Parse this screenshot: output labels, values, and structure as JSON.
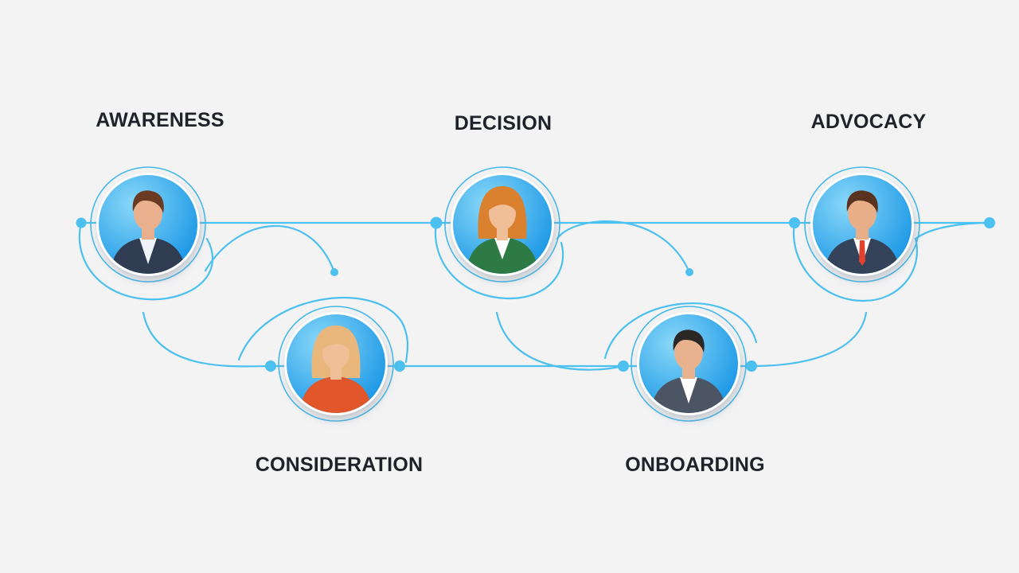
{
  "diagram": {
    "colors": {
      "background": "#f3f3f4",
      "connector": "#4cc0ee",
      "node_fill_light": "#7fd3f7",
      "node_fill_dark": "#1c98e6",
      "ring": "#45b9ea",
      "label": "#1f2228"
    },
    "stages": [
      {
        "label": "AWARENESS",
        "avatar": {
          "type": "man",
          "hair": "#6b3a22",
          "skin": "#e8b08c",
          "jacket": "#2f3c52",
          "shirt": "#eef3f7",
          "tie": ""
        }
      },
      {
        "label": "CONSIDERATION",
        "avatar": {
          "type": "woman-long-hair",
          "hair": "#e9b77c",
          "skin": "#f0bf98",
          "jacket": "#e2562c",
          "shirt": "#e2562c",
          "tie": ""
        }
      },
      {
        "label": "DECISION",
        "avatar": {
          "type": "woman-long-hair",
          "hair": "#d9812f",
          "skin": "#f0bf98",
          "jacket": "#2e7a45",
          "shirt": "#ffffff",
          "tie": ""
        }
      },
      {
        "label": "ONBOARDING",
        "avatar": {
          "type": "man",
          "hair": "#2a2726",
          "skin": "#e7b28d",
          "jacket": "#4b5563",
          "shirt": "#ffffff",
          "tie": ""
        }
      },
      {
        "label": "ADVOCACY",
        "avatar": {
          "type": "man",
          "hair": "#5a3320",
          "skin": "#e7ae88",
          "jacket": "#34435a",
          "shirt": "#ffffff",
          "tie": "#e0422c"
        }
      }
    ]
  }
}
